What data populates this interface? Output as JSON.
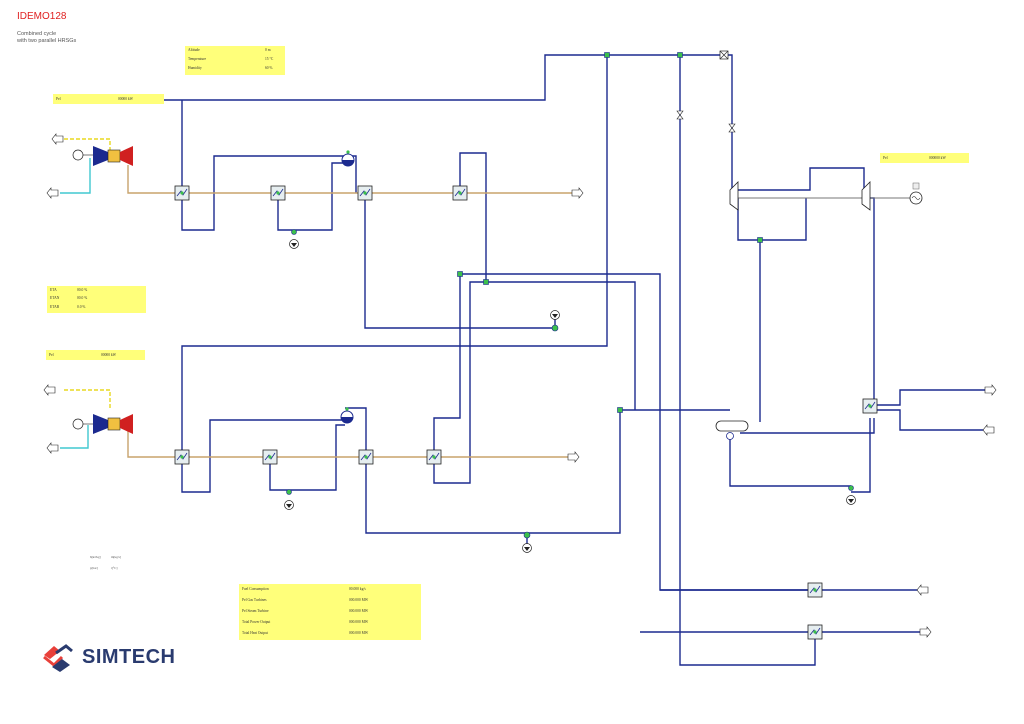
{
  "header": {
    "title": "IDEMO128",
    "subtitle": "Combined cycle\nwith two parallel HRSGs"
  },
  "ambient_box": {
    "rows": [
      {
        "label": "Altitude",
        "value": "0 m"
      },
      {
        "label": "Temperature",
        "value": "15 °C"
      },
      {
        "label": "Humidity",
        "value": "60 %"
      }
    ]
  },
  "gt1_box": {
    "label": "Pel",
    "value": "00000 kW"
  },
  "gt2_box": {
    "label": "Pel",
    "value": "00000 kW"
  },
  "st_box": {
    "label": "Pel",
    "value": "000000 kW"
  },
  "eff_box": {
    "rows": [
      {
        "label": "ETA",
        "value": "00.0 %"
      },
      {
        "label": "ETAN",
        "value": "00.0 %"
      },
      {
        "label": "ETAB",
        "value": "0.0 %"
      }
    ]
  },
  "units_box": {
    "h_unit": "h[kJ/kg]",
    "m_unit": "m[kg/s]",
    "p_unit": "p[bar]",
    "t_unit": "t[°C]"
  },
  "summary_box": {
    "rows": [
      {
        "label": "Fuel Consumption",
        "value": "00.000 kg/s"
      },
      {
        "label": "Pel Gas Turbines",
        "value": "000.000 MW"
      },
      {
        "label": "Pel Steam Turbine",
        "value": "000.000 MW"
      },
      {
        "label": "Total Power Output",
        "value": "000.000 MW"
      },
      {
        "label": "Total Heat Output",
        "value": "000.000 MW"
      }
    ]
  },
  "logo": {
    "text": "SIMTECH"
  },
  "colors": {
    "steam": "#1c2a8f",
    "flue_gas": "#c8a36c",
    "fuel": "#e8d820",
    "air": "#40c8d0",
    "label_bg": "#ffff7a",
    "title": "#e02020"
  }
}
